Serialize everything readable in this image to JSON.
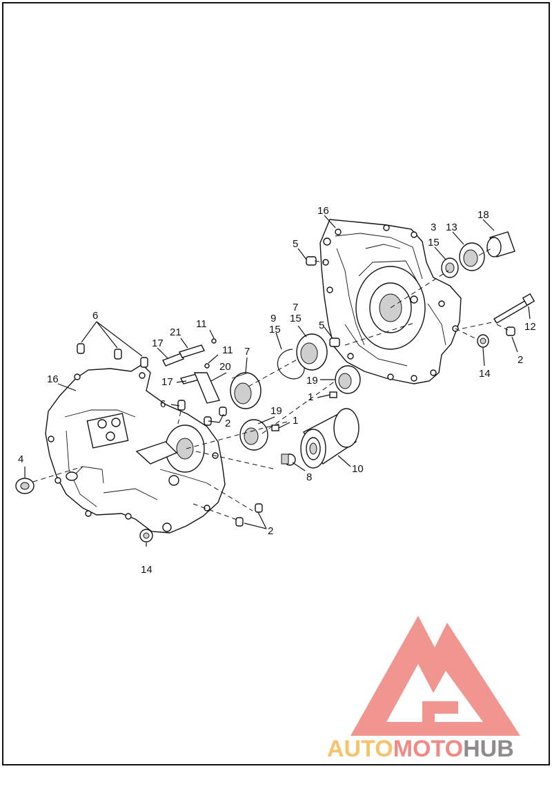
{
  "callouts": {
    "c1a": "1",
    "c1b": "1",
    "c2a": "2",
    "c2b": "2",
    "c2c": "2",
    "c3": "3",
    "c4": "4",
    "c5a": "5",
    "c5b": "5",
    "c6a": "6",
    "c6b": "6",
    "c7a": "7",
    "c7b": "7",
    "c8": "8",
    "c9": "9",
    "c10": "10",
    "c11a": "11",
    "c11b": "11",
    "c12": "12",
    "c13": "13",
    "c14a": "14",
    "c14b": "14",
    "c15a": "15",
    "c15b": "15",
    "c16a": "16",
    "c16b": "16",
    "c17a": "17",
    "c17b": "17",
    "c18": "18",
    "c19a": "19",
    "c19b": "19",
    "c20": "20",
    "c21": "21"
  },
  "watermark": {
    "part1": "AUTO",
    "part2": "MOTO",
    "part3": "HUB",
    "color_auto": "#f7c36a",
    "color_moto": "#f08a84",
    "color_hub": "#8c8c8c",
    "color_logo": "#f08a84"
  },
  "border_color": "#111111"
}
